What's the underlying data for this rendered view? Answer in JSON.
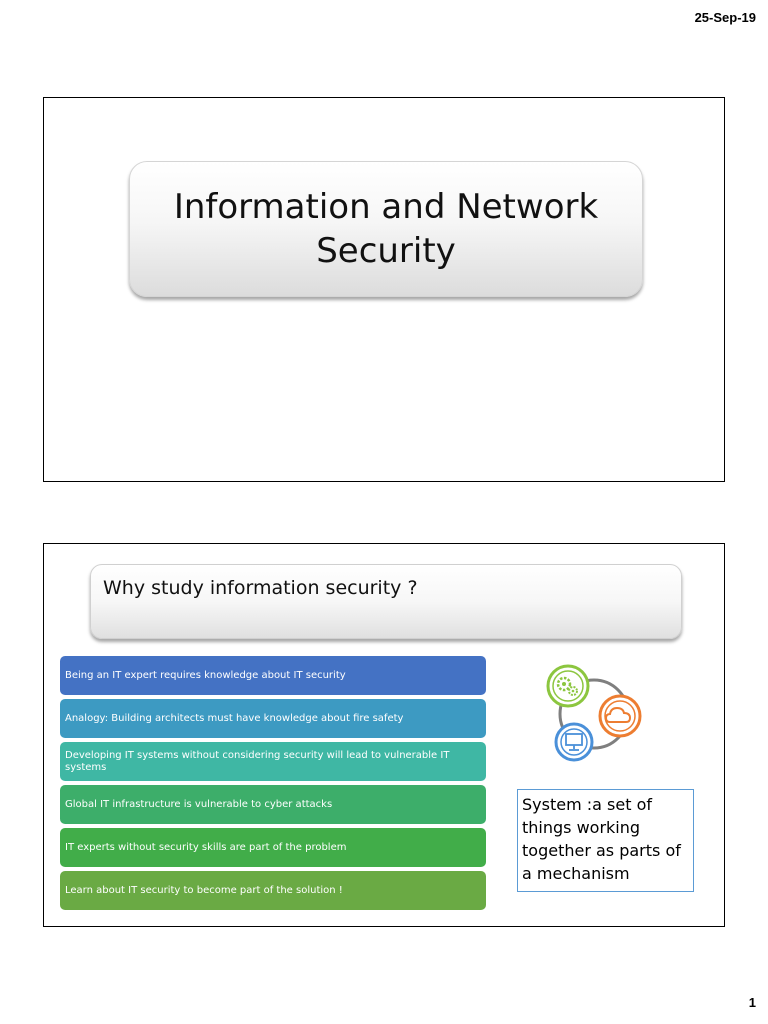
{
  "page": {
    "date": "25-Sep-19",
    "number": "1"
  },
  "slide1": {
    "title": "Information and Network Security"
  },
  "slide2": {
    "heading": "Why study information security ?",
    "bullets": [
      {
        "text": "Being an IT expert requires knowledge about IT security",
        "color": "#4472c4"
      },
      {
        "text": "Analogy: Building architects must have knowledge about fire safety",
        "color": "#3d9ac2"
      },
      {
        "text": "Developing IT systems without considering security will lead to vulnerable IT systems",
        "color": "#3fb7a4"
      },
      {
        "text": "Global IT infrastructure is vulnerable to cyber attacks",
        "color": "#3dae6a"
      },
      {
        "text": "IT experts without security skills are part of the problem",
        "color": "#41ad49"
      },
      {
        "text": "Learn about IT security to become part of the solution !",
        "color": "#6aaa44"
      }
    ],
    "icons": [
      "gears-icon",
      "cloud-icon",
      "computer-icon"
    ],
    "icon_colors": {
      "gears": "#8cc63f",
      "cloud": "#ed7d31",
      "computer": "#4a90d9",
      "ring": "#7f7f7f"
    },
    "definition": "System :a set of things working together as parts of a mechanism"
  }
}
